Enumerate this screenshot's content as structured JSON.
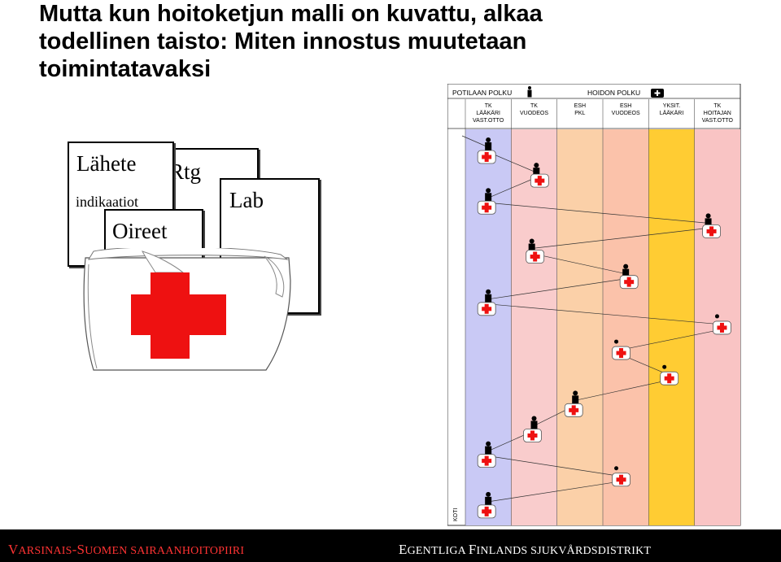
{
  "slide": {
    "title_lines": [
      "Mutta kun hoitoketjun malli on kuvattu, alkaa",
      "todellinen taisto: Miten innostus muutetaan",
      "toimintatavaksi"
    ]
  },
  "documents": {
    "rtg": "Rtg",
    "lahete": "Lähete",
    "indikaatiot": "indikaatiot",
    "oireet": "Oireet",
    "lab": "Lab"
  },
  "pathway": {
    "header_left": "POTILAAN POLKU",
    "header_right": "HOIDON POLKU",
    "side_label": "KOTI",
    "columns": [
      {
        "line1": "TK",
        "line2": "LÄÄKÄRI",
        "line3": "VAST.OTTO",
        "color": "#c9c9f5"
      },
      {
        "line1": "TK",
        "line2": "VUODEOS",
        "line3": "",
        "color": "#f9cccc"
      },
      {
        "line1": "ESH",
        "line2": "PKL",
        "line3": "",
        "color": "#fbd0a8"
      },
      {
        "line1": "ESH",
        "line2": "VUODEOS",
        "line3": "",
        "color": "#fbc2aa"
      },
      {
        "line1": "YKSIT.",
        "line2": "LÄÄKÄRI",
        "line3": "",
        "color": "#ffcc33"
      },
      {
        "line1": "TK",
        "line2": "HOITAJAN",
        "line3": "VAST.OTTO",
        "color": "#f9c4c4"
      }
    ],
    "steps": [
      {
        "col": 0,
        "sub": 0.5,
        "type": "patient"
      },
      {
        "col": 1,
        "sub": 0.55,
        "type": "pair"
      },
      {
        "col": 0,
        "sub": 0.5,
        "type": "patient"
      },
      {
        "col": 5,
        "sub": 0.3,
        "type": "pair"
      },
      {
        "col": 1,
        "sub": 0.45,
        "type": "pair"
      },
      {
        "col": 3,
        "sub": 0.5,
        "type": "pair"
      },
      {
        "col": 0,
        "sub": 0.5,
        "type": "patient"
      },
      {
        "col": 5,
        "sub": 0.6,
        "type": "bag"
      },
      {
        "col": 3,
        "sub": 0.4,
        "type": "bag"
      },
      {
        "col": 4,
        "sub": 0.45,
        "type": "bag"
      },
      {
        "col": 2,
        "sub": 0.4,
        "type": "patient"
      },
      {
        "col": 1,
        "sub": 0.5,
        "type": "patient"
      },
      {
        "col": 0,
        "sub": 0.5,
        "type": "patient"
      },
      {
        "col": 3,
        "sub": 0.4,
        "type": "bag"
      },
      {
        "col": 0,
        "sub": 0.5,
        "type": "patient"
      }
    ]
  },
  "footer": {
    "left_cap1": "V",
    "left_rest1": "ARSINAIS",
    "left_dash": "-S",
    "left_rest2": "UOMEN SAIRAANHOITOPIIRI",
    "right_cap1": "E",
    "right_rest1": "GENTLIGA ",
    "right_cap2": "F",
    "right_rest2": "INLANDS SJUKVÅRDSDISTRIKT"
  },
  "colors": {
    "cross": "#ee1111",
    "footer_left": "#ff3333",
    "footer_right": "#ffffff"
  }
}
